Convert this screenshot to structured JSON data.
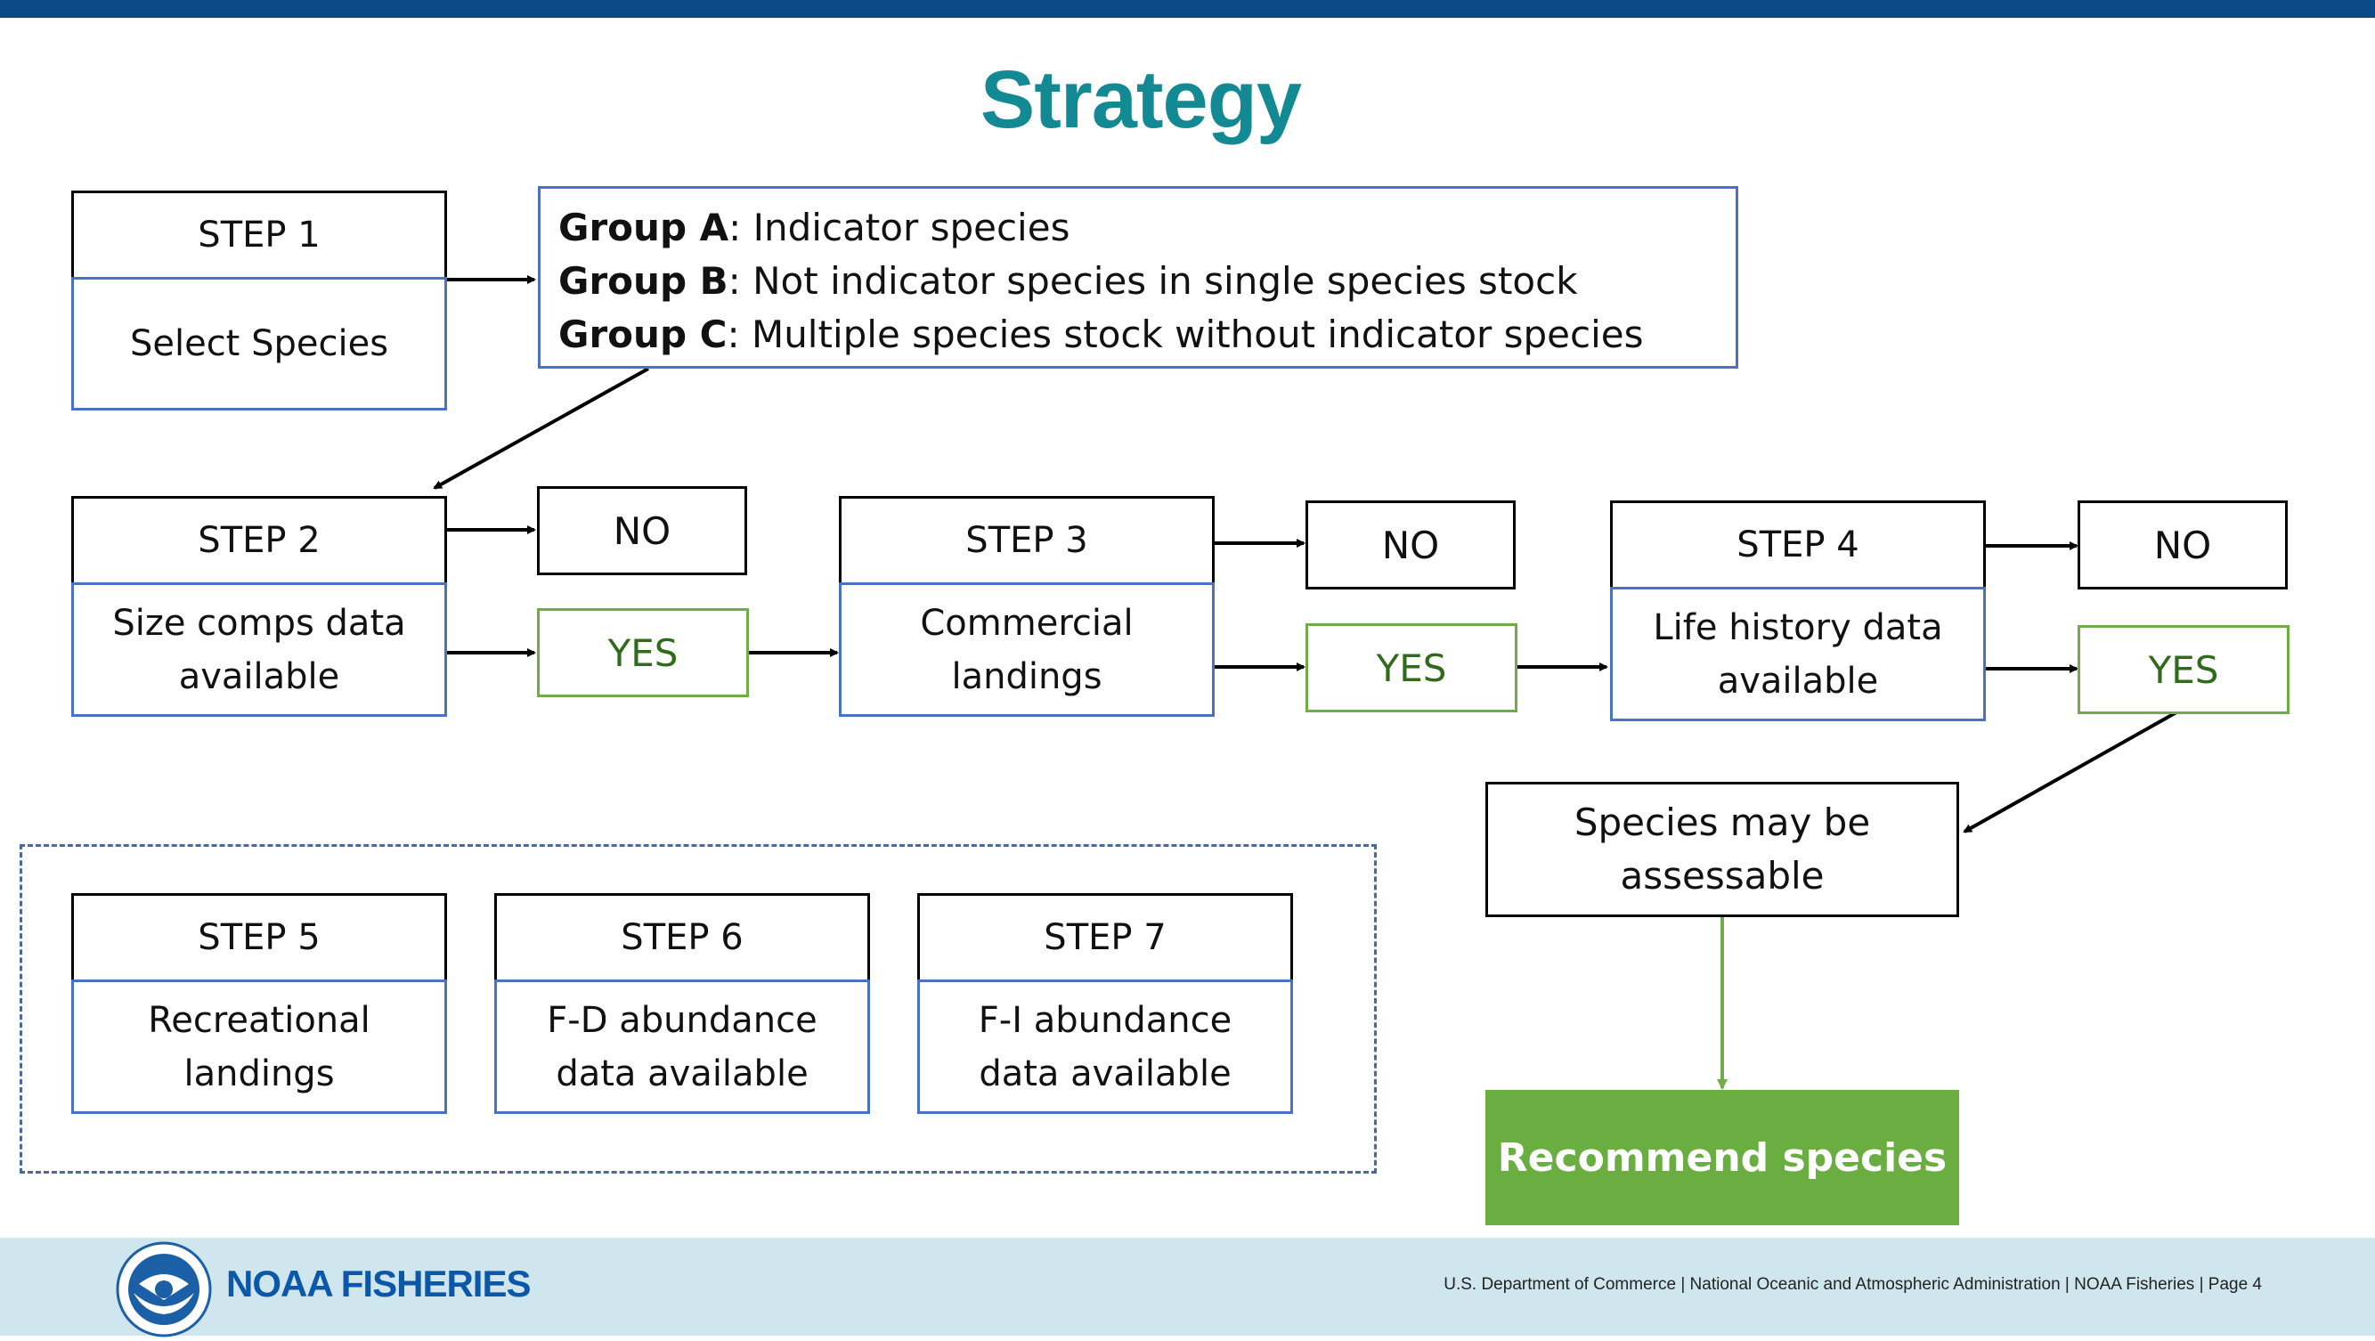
{
  "title": "Strategy",
  "step1": {
    "head": "STEP 1",
    "body": "Select Species"
  },
  "groups": [
    {
      "label": "Group A",
      "text": ": Indicator species"
    },
    {
      "label": "Group B",
      "text": ": Not indicator species in single species stock"
    },
    {
      "label": "Group C",
      "text": ": Multiple species stock without indicator species"
    }
  ],
  "step2": {
    "head": "STEP 2",
    "body_line1": "Size comps data",
    "body_line2": "available"
  },
  "step3": {
    "head": "STEP 3",
    "body_line1": "Commercial",
    "body_line2": "landings"
  },
  "step4": {
    "head": "STEP 4",
    "body_line1": "Life history data",
    "body_line2": "available"
  },
  "step5": {
    "head": "STEP 5",
    "body_line1": "Recreational",
    "body_line2": "landings"
  },
  "step6": {
    "head": "STEP 6",
    "body_line1": "F-D abundance",
    "body_line2": "data available"
  },
  "step7": {
    "head": "STEP 7",
    "body_line1": "F-I abundance",
    "body_line2": "data available"
  },
  "decision": {
    "no": "NO",
    "yes": "YES"
  },
  "assessable": {
    "line1": "Species may be",
    "line2": "assessable"
  },
  "recommend": "Recommend species",
  "footer": {
    "logo": "NOAA FISHERIES",
    "text": "U.S. Department of Commerce  |  National Oceanic and Atmospheric Administration  |  NOAA Fisheries  |  Page 4"
  },
  "colors": {
    "title": "#138a93",
    "topbar": "#0c4a86",
    "box_border": "#4a72c4",
    "yes_border": "#70ad47",
    "recommend_fill": "#6aad40",
    "footer_bg": "#cfe6ee"
  }
}
